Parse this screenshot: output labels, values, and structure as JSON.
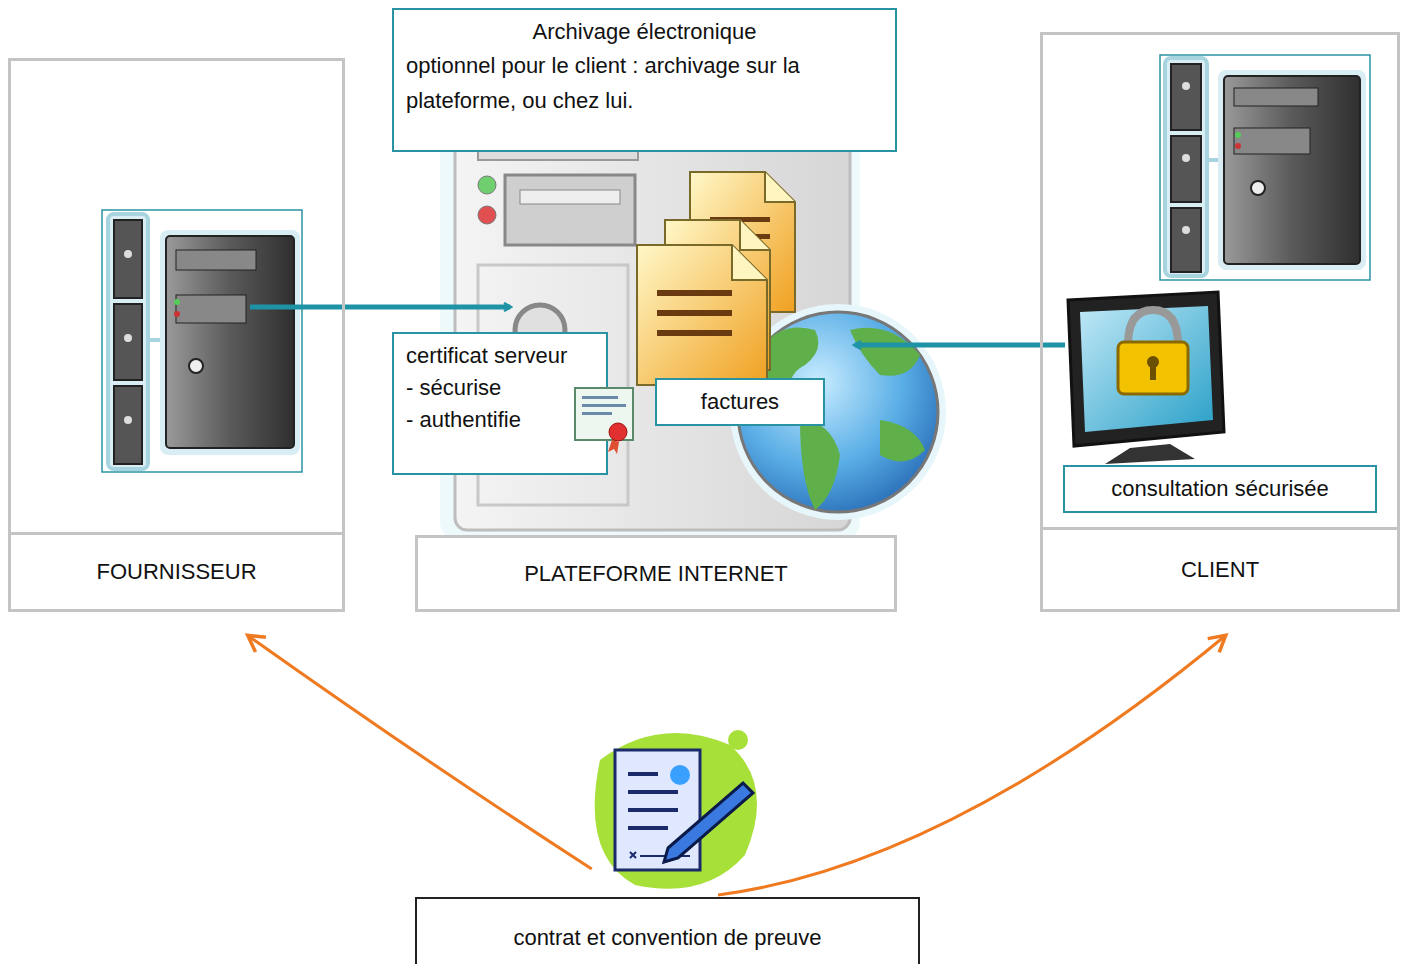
{
  "diagram": {
    "nodes": [
      {
        "text": [
          "FOURNISSEUR"
        ]
      },
      {
        "text": [
          "PLATEFORME INTERNET"
        ]
      },
      {
        "text": [
          "Archivage électronique",
          "optionnel pour le client : archivage sur la plateforme, ou chez lui."
        ],
        "in": 1
      },
      {
        "text": [
          "certificat serveur",
          "- sécurise",
          "- authentifie"
        ],
        "in": 1
      },
      {
        "text": [
          "factures"
        ],
        "in": 1
      },
      {
        "text": [
          "CLIENT"
        ]
      },
      {
        "text": [
          "consultation sécurisée"
        ],
        "in": 5
      },
      {
        "text": [
          "contrat et convention de preuve"
        ]
      }
    ],
    "edges": [
      {
        "from": 0,
        "to": 1,
        "arrow": "to"
      },
      {
        "from": 5,
        "to": 1,
        "arrow": "to"
      },
      {
        "from": 7,
        "to": 0,
        "arrow": "to"
      },
      {
        "from": 7,
        "to": 5,
        "arrow": "to"
      }
    ]
  }
}
